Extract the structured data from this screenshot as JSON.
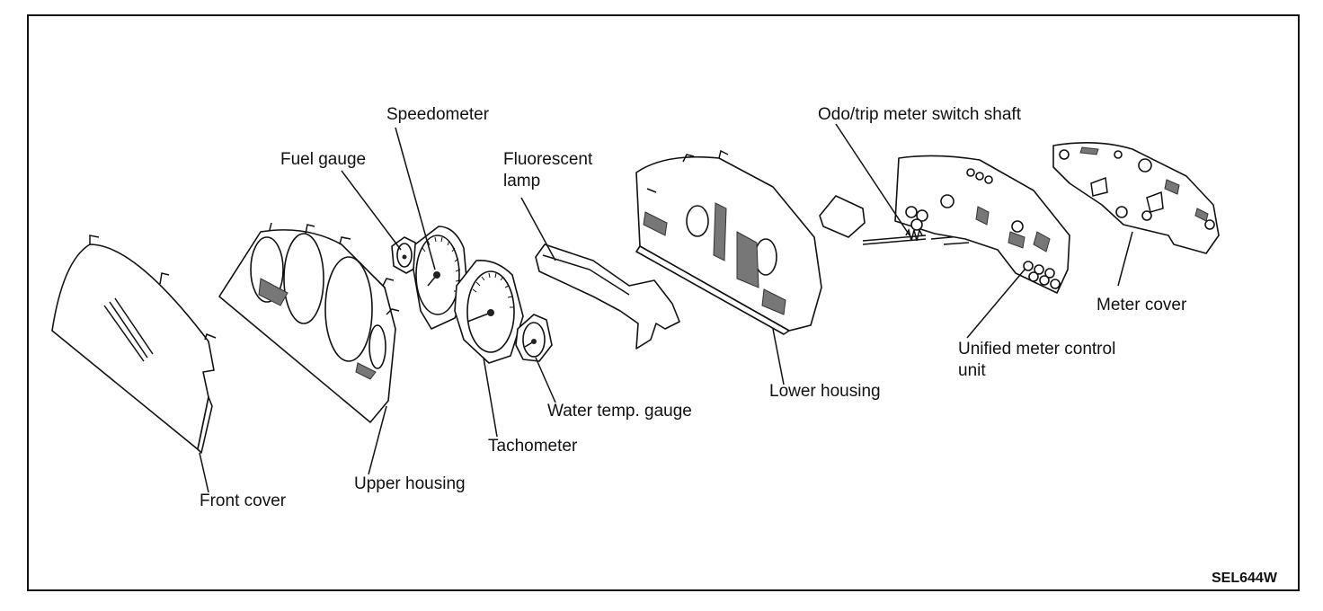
{
  "diagram": {
    "labels": {
      "speedometer": "Speedometer",
      "odo_trip_shaft": "Odo/trip meter switch shaft",
      "fuel_gauge": "Fuel gauge",
      "fluorescent_lamp": "Fluorescent\nlamp",
      "meter_cover": "Meter cover",
      "unified_meter": "Unified meter control\nunit",
      "lower_housing": "Lower housing",
      "water_temp": "Water temp. gauge",
      "tachometer": "Tachometer",
      "upper_housing": "Upper housing",
      "front_cover": "Front cover"
    },
    "figure_code": "SEL644W"
  }
}
